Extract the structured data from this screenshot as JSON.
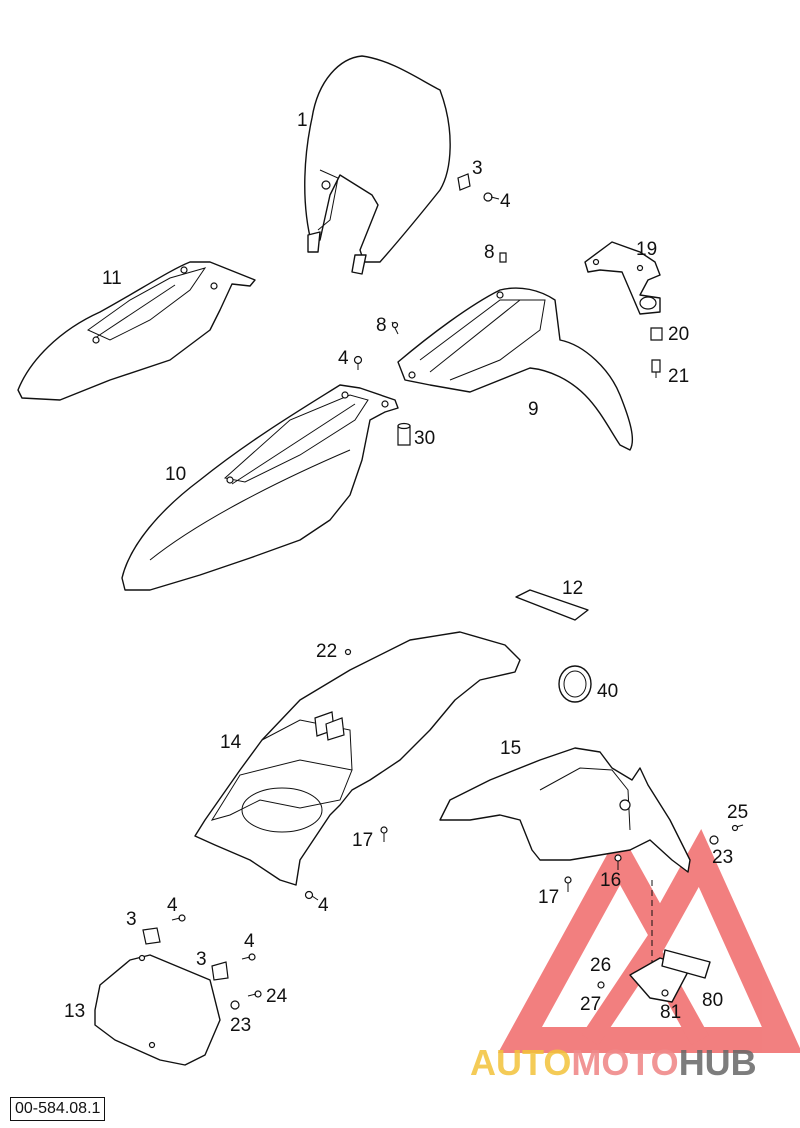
{
  "labels": {
    "p1": "1",
    "p3a": "3",
    "p4a": "4",
    "p8a": "8",
    "p19": "19",
    "p11": "11",
    "p8b": "8",
    "p4b": "4",
    "p20": "20",
    "p21": "21",
    "p9": "9",
    "p30": "30",
    "p10": "10",
    "p12": "12",
    "p22": "22",
    "p40": "40",
    "p14": "14",
    "p15": "15",
    "p25": "25",
    "p17a": "17",
    "p23a": "23",
    "p16": "16",
    "p17b": "17",
    "p4c": "4",
    "p3b": "3",
    "p4d": "4",
    "p3c": "3",
    "p4e": "4",
    "p26": "26",
    "p24": "24",
    "p27": "27",
    "p81": "81",
    "p80": "80",
    "p13": "13",
    "p23b": "23"
  },
  "diagram_code": "00-584.08.1",
  "watermark": {
    "part1": "AUTO",
    "part2": "MOTO",
    "part3": "HUB",
    "colors": {
      "auto": "#f2c23a",
      "moto": "#f08a8a",
      "hub": "#666666",
      "triangle": "#ee5555"
    }
  }
}
